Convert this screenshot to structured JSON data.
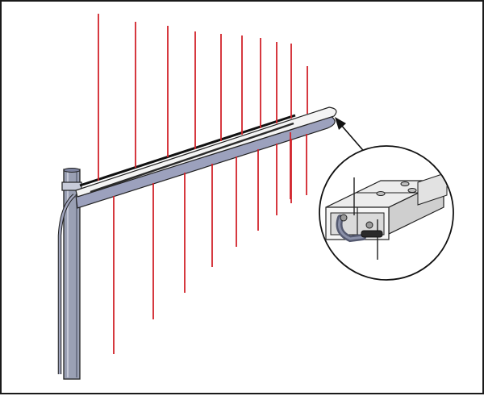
{
  "colors": {
    "frame_border": "#1a1a1a",
    "element": "#d1232a",
    "mast": "#9aa0b4",
    "mast_dark": "#6e7488",
    "boom": "#9ca1bd",
    "boom_dark": "#2b2b2b",
    "outline": "#202020",
    "clamp_metal": "#dcdcdc",
    "clamp_shadow": "#8a8a8a",
    "cable": "#555a70"
  },
  "diagram": {
    "subject": "log-periodic-antenna-on-mast",
    "element_count": 20,
    "inset": "detail-of-boom-end-feed-connection",
    "icons": [
      "antenna-mast",
      "antenna-boom",
      "dipole-element",
      "detail-magnifier-circle",
      "callout-arrow"
    ]
  }
}
